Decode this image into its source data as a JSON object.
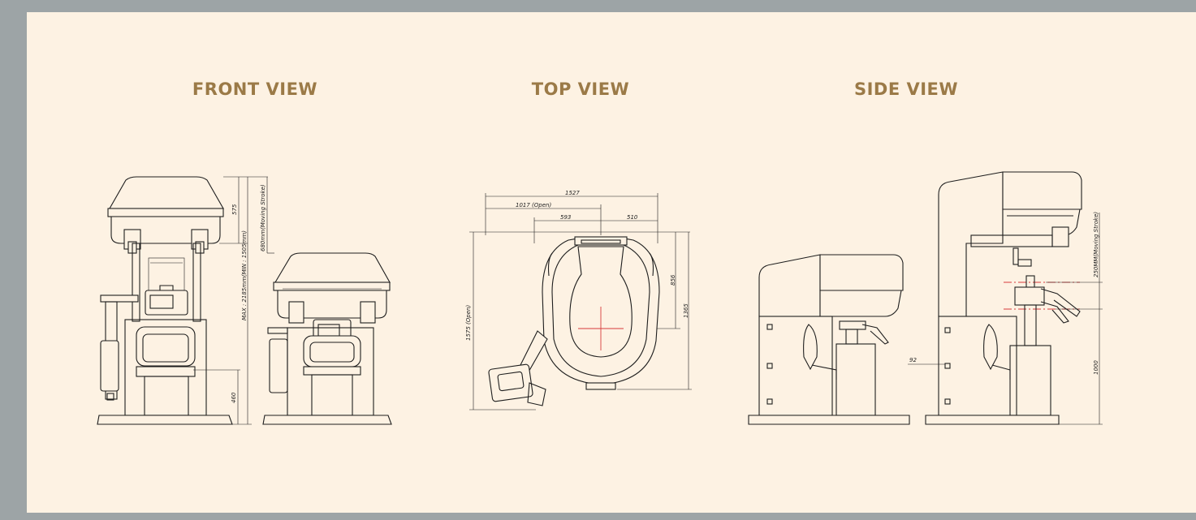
{
  "views": {
    "front": "FRONT VIEW",
    "top": "TOP VIEW",
    "side": "SIDE VIEW"
  },
  "dimensions": {
    "front_head": "575",
    "front_stroke": "680mm(Moving Stroke)",
    "front_height": "MAX : 2185mm(MIN : 1505mm)",
    "front_chin": "460",
    "top_width": "1527",
    "top_open": "1017 (Open)",
    "top_left": "593",
    "top_right": "510",
    "top_depth_open": "1575 (Open)",
    "top_856": "856",
    "top_1365": "1365",
    "side_stroke": "250MM(Moving Stroke)",
    "side_92": "92",
    "side_1000": "1000"
  },
  "colors": {
    "panel": "#fdf2e3",
    "frame": "#9da4a6",
    "title": "#9b7a47",
    "crosshair": "#d63b3b"
  }
}
